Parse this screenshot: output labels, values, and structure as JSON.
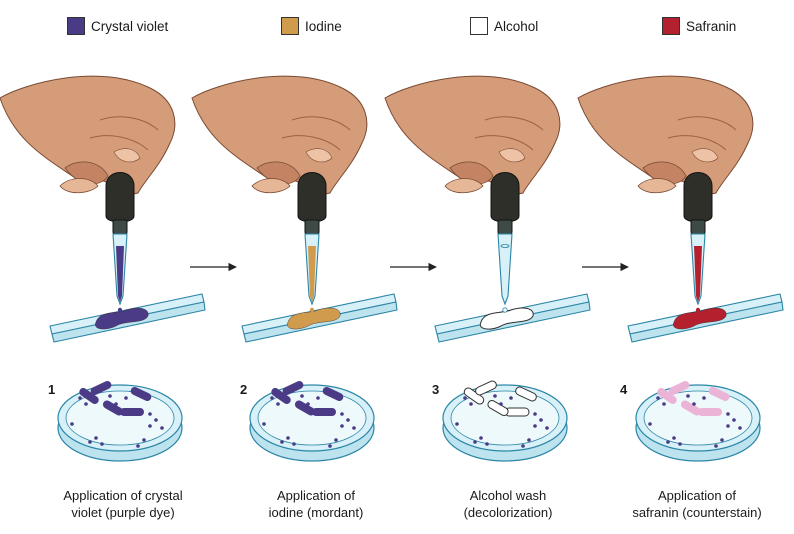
{
  "legend": [
    {
      "label": "Crystal violet",
      "color": "#4b3a86"
    },
    {
      "label": "Iodine",
      "color": "#d19b4d"
    },
    {
      "label": "Alcohol",
      "color": "#ffffff"
    },
    {
      "label": "Safranin",
      "color": "#b5202e"
    }
  ],
  "steps": [
    {
      "number": "1",
      "caption_line1": "Application of crystal",
      "caption_line2": "violet (purple dye)",
      "dye": "#4b3a86",
      "cells": "#4b3a86"
    },
    {
      "number": "2",
      "caption_line1": "Application of",
      "caption_line2": "iodine (mordant)",
      "dye": "#d19b4d",
      "cells": "#4b3a86"
    },
    {
      "number": "3",
      "caption_line1": "Alcohol wash",
      "caption_line2": "(decolorization)",
      "dye": "#ffffff",
      "cells": "#ffffff"
    },
    {
      "number": "4",
      "caption_line1": "Application of",
      "caption_line2": "safranin (counterstain)",
      "dye": "#b5202e",
      "cells": "#ebb4d6"
    }
  ],
  "colors": {
    "skin": "#d59c79",
    "skin_shadow": "#b8775a",
    "bulb": "#2f2f2a",
    "glass": "#d8f0f7",
    "glass_edge": "#2b86a6",
    "dot": "#4b3a86"
  }
}
